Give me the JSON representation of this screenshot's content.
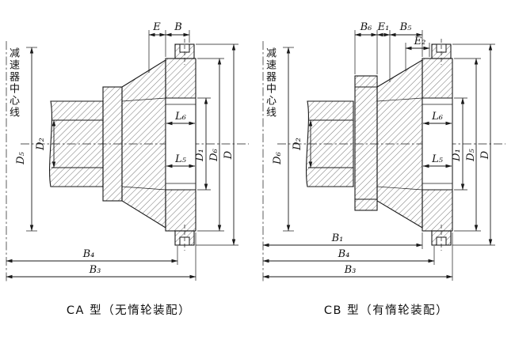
{
  "left": {
    "caption": "CA 型（无惰轮装配）",
    "axis_label": "减速器中心线",
    "dims": {
      "E": "E",
      "B": "B",
      "D5": "D₅",
      "D2": "D₂",
      "L6": "L₆",
      "L5": "L₅",
      "D1": "D₁",
      "D6": "D₆",
      "D": "D",
      "B4": "B₄",
      "B3": "B₃"
    }
  },
  "right": {
    "caption": "CB 型（有惰轮装配）",
    "axis_label": "减速器中心线",
    "dims": {
      "B6": "B₆",
      "E1": "E₁",
      "B5": "B₅",
      "E2": "E₂",
      "D6": "D₆",
      "D2": "D₂",
      "L6": "L₆",
      "L5": "L₅",
      "D1": "D₁",
      "D5": "D₅",
      "D": "D",
      "B1": "B₁",
      "B4": "B₄",
      "B3": "B₃"
    }
  },
  "colors": {
    "ink": "#1a1a1a",
    "background": "#ffffff"
  }
}
